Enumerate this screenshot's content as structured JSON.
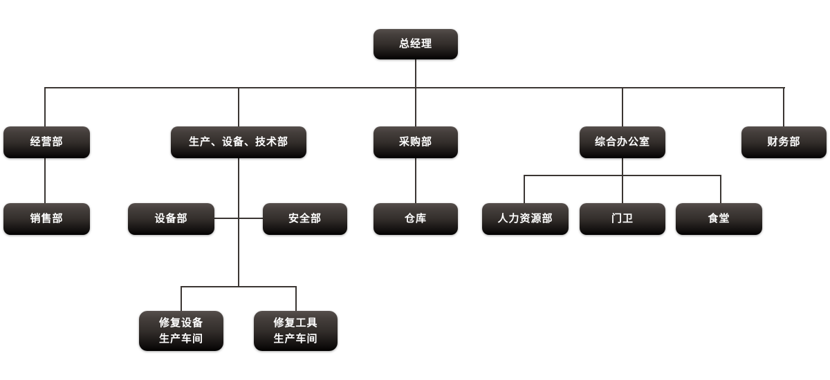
{
  "diagram": {
    "type": "org-chart",
    "background_color": "#ffffff",
    "node_gradient_top": "#564f4c",
    "node_gradient_bottom": "#020101",
    "node_text_color": "#ffffff",
    "connector_color": "#3a3532",
    "nodes": {
      "general_manager": {
        "label": "总经理"
      },
      "business_dept": {
        "label": "经营部"
      },
      "production_equipment_tech_dept": {
        "label": "生产、设备、技术部"
      },
      "purchasing_dept": {
        "label": "采购部"
      },
      "general_office": {
        "label": "综合办公室"
      },
      "finance_dept": {
        "label": "财务部"
      },
      "sales_dept": {
        "label": "销售部"
      },
      "equipment_dept": {
        "label": "设备部"
      },
      "safety_dept": {
        "label": "安全部"
      },
      "warehouse": {
        "label": "仓库"
      },
      "hr_dept": {
        "label": "人力资源部"
      },
      "gatekeeper": {
        "label": "门卫"
      },
      "canteen": {
        "label": "食堂"
      },
      "repair_equipment_workshop": {
        "label": "修复设备\n生产车间"
      },
      "repair_tools_workshop": {
        "label": "修复工具\n生产车间"
      }
    },
    "edges": [
      {
        "from": "general_manager",
        "to": "business_dept"
      },
      {
        "from": "general_manager",
        "to": "production_equipment_tech_dept"
      },
      {
        "from": "general_manager",
        "to": "purchasing_dept"
      },
      {
        "from": "general_manager",
        "to": "general_office"
      },
      {
        "from": "general_manager",
        "to": "finance_dept"
      },
      {
        "from": "business_dept",
        "to": "sales_dept"
      },
      {
        "from": "production_equipment_tech_dept",
        "to": "equipment_dept"
      },
      {
        "from": "production_equipment_tech_dept",
        "to": "safety_dept"
      },
      {
        "from": "production_equipment_tech_dept",
        "to": "repair_equipment_workshop"
      },
      {
        "from": "production_equipment_tech_dept",
        "to": "repair_tools_workshop"
      },
      {
        "from": "purchasing_dept",
        "to": "warehouse"
      },
      {
        "from": "general_office",
        "to": "hr_dept"
      },
      {
        "from": "general_office",
        "to": "gatekeeper"
      },
      {
        "from": "general_office",
        "to": "canteen"
      }
    ]
  }
}
